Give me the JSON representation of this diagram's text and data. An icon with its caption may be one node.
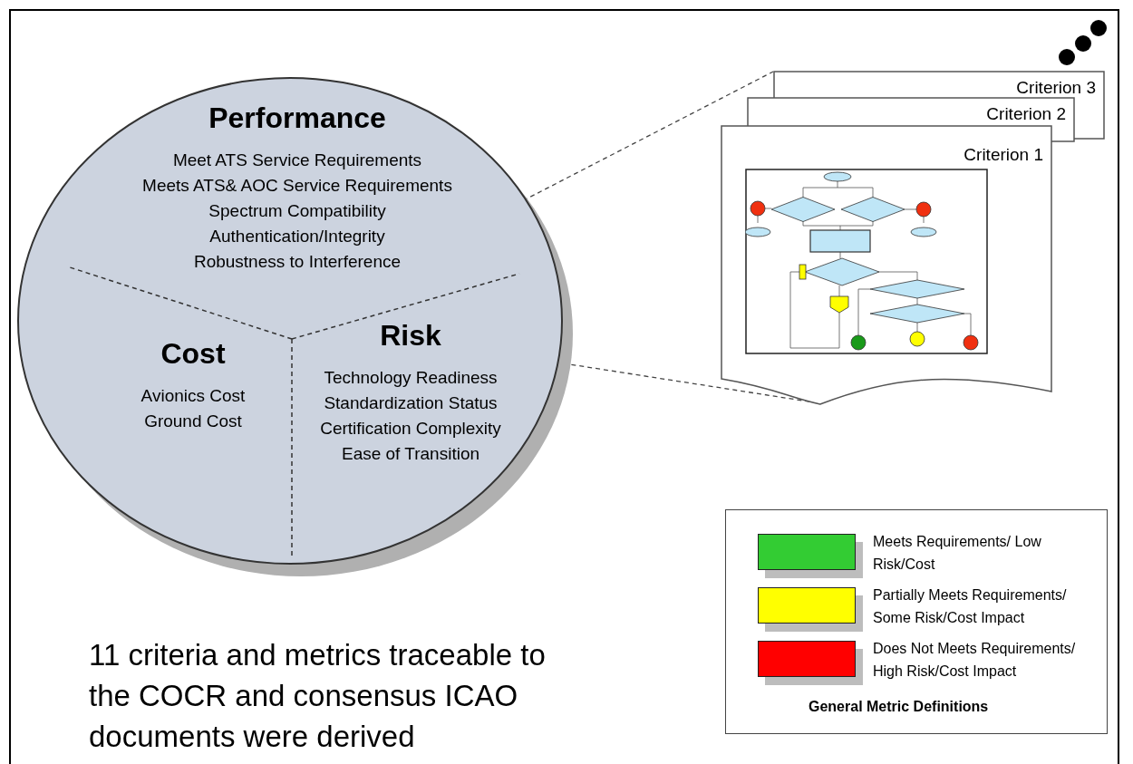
{
  "diagram": {
    "caption": "11 criteria and metrics traceable to the COCR and consensus ICAO documents were derived",
    "nodes": [
      {
        "text": [],
        "shape": "circle"
      },
      {
        "text": [
          "Performance",
          "Meet ATS Service Requirements",
          "Meets ATS& AOC Service Requirements",
          "Spectrum Compatibility",
          "Authentication/Integrity",
          "Robustness to Interference"
        ],
        "in": 0
      },
      {
        "text": [
          "Cost",
          "Avionics Cost",
          "Ground Cost"
        ],
        "in": 0
      },
      {
        "text": [
          "Risk",
          "Technology Readiness",
          "Standardization Status",
          "Certification Complexity",
          "Ease of Transition"
        ],
        "in": 0
      },
      {
        "text": [
          "Criterion 3"
        ]
      },
      {
        "text": [
          "Criterion 2"
        ]
      },
      {
        "text": [
          "Criterion 1"
        ]
      },
      {
        "text": [],
        "shape": "picture",
        "in": 6
      }
    ],
    "edges": [
      {
        "from": 0,
        "to": 4,
        "arrow": "none",
        "style": "dashed"
      },
      {
        "from": 0,
        "to": 6,
        "arrow": "none",
        "style": "dashed"
      }
    ],
    "labels": [
      "General Metric Definitions"
    ],
    "legend": [
      {
        "text": "Meets Requirements/ Low Risk/Cost",
        "color": "#33cc33"
      },
      {
        "text": "Partially Meets Requirements/ Some Risk/Cost Impact",
        "color": "#ffff00"
      },
      {
        "text": "Does Not Meets Requirements/ High Risk/Cost Impact",
        "color": "#ff0000"
      }
    ]
  }
}
